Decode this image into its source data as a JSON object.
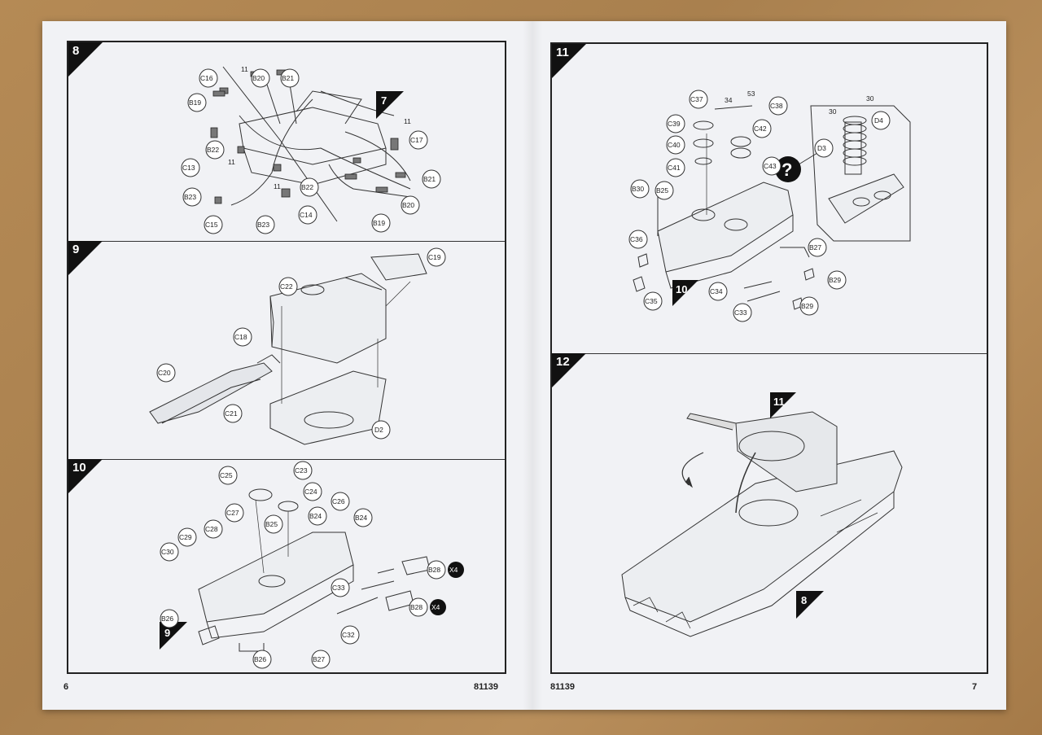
{
  "left_page": {
    "page_number": "6",
    "catalog_code": "81139",
    "steps": [
      {
        "number": "8",
        "ref_step": "7",
        "parts": [
          "C16",
          "B20",
          "B21",
          "B19",
          "B22",
          "C13",
          "B23",
          "C15",
          "B23",
          "C14",
          "B22",
          "B19",
          "B20",
          "B21",
          "C17"
        ],
        "small_numbers": [
          "11",
          "11",
          "11",
          "11"
        ]
      },
      {
        "number": "9",
        "parts": [
          "C19",
          "C22",
          "C18",
          "C20",
          "C21",
          "D2"
        ]
      },
      {
        "number": "10",
        "ref_step": "9",
        "parts": [
          "C25",
          "C23",
          "C24",
          "C27",
          "C28",
          "C29",
          "C30",
          "B25",
          "B24",
          "C26",
          "B24",
          "B28",
          "C33",
          "B28",
          "B26",
          "B27",
          "C32",
          "B26"
        ],
        "multipliers": [
          "X4",
          "X4"
        ]
      }
    ]
  },
  "right_page": {
    "page_number": "7",
    "catalog_code": "81139",
    "steps": [
      {
        "number": "11",
        "ref_step": "10",
        "parts": [
          "C37",
          "C38",
          "C39",
          "C42",
          "C40",
          "C41",
          "C43",
          "B30",
          "B25",
          "C36",
          "B27",
          "B29",
          "C34",
          "C35",
          "C33",
          "B29",
          "D4",
          "D3"
        ],
        "small_numbers": [
          "34",
          "53",
          "30",
          "30"
        ],
        "help_icon": "question-icon"
      },
      {
        "number": "12",
        "ref_steps": [
          "11",
          "8"
        ]
      }
    ]
  }
}
